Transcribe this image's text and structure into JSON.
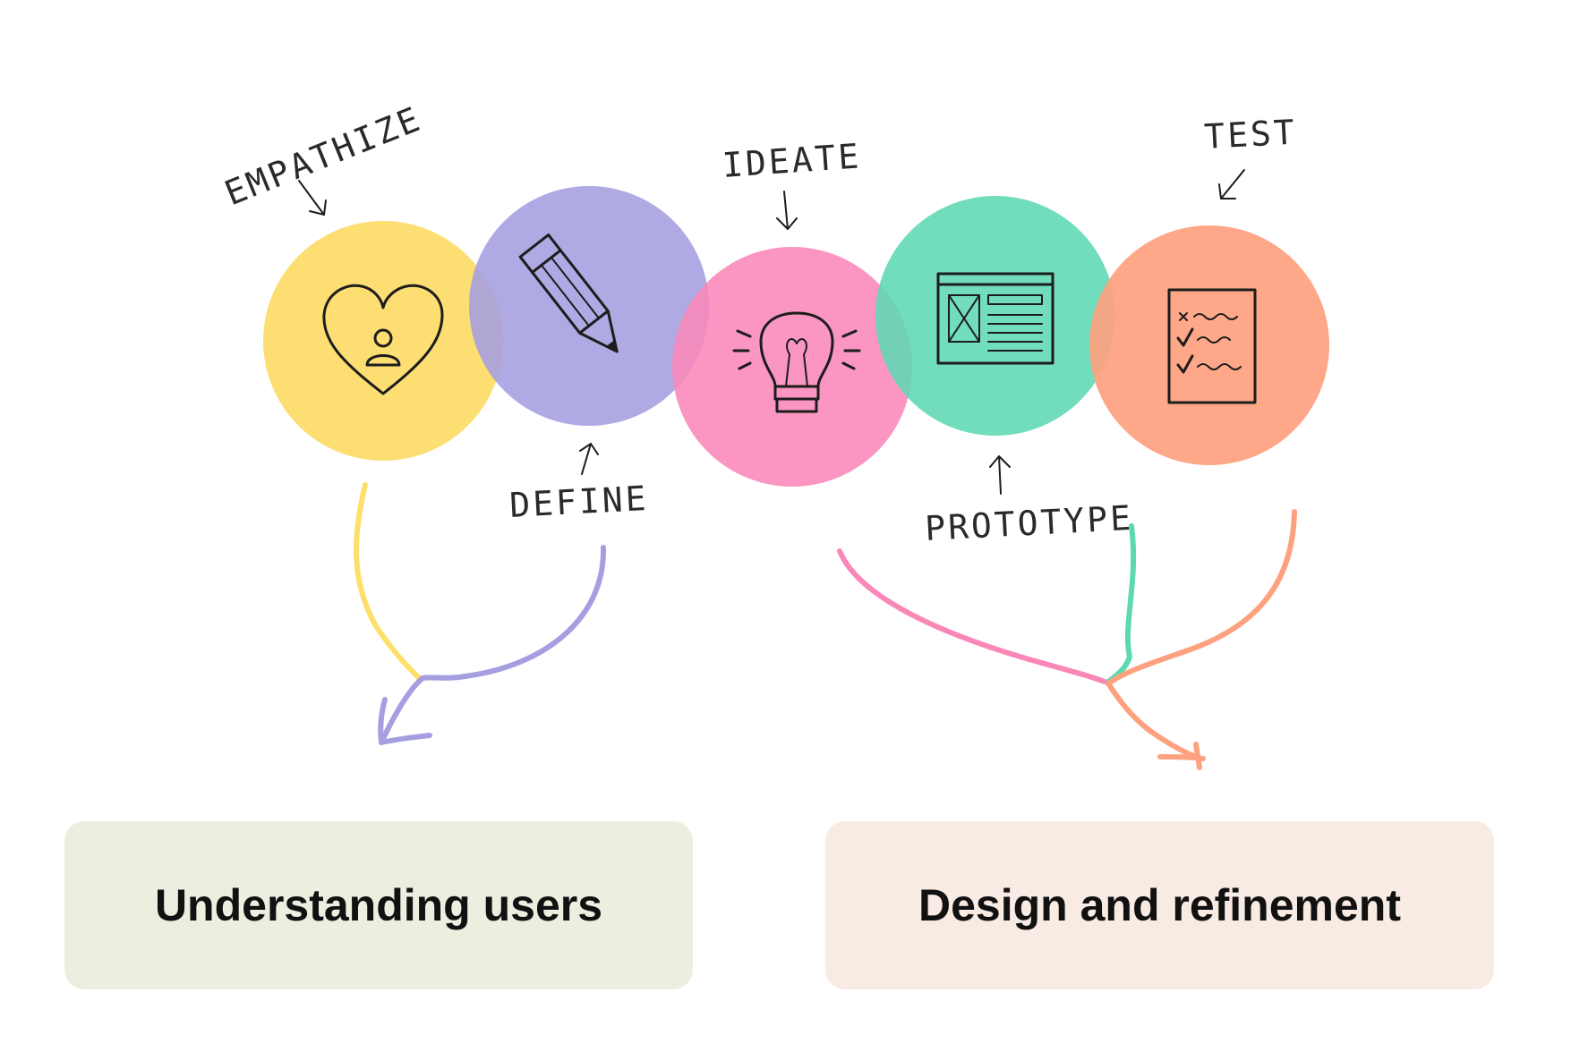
{
  "stages": [
    {
      "label": "EMPATHIZE",
      "icon": "heart-person-icon",
      "color": "#fddc6b"
    },
    {
      "label": "DEFINE",
      "icon": "pencil-icon",
      "color": "#a59ee0"
    },
    {
      "label": "IDEATE",
      "icon": "lightbulb-icon",
      "color": "#f987b8"
    },
    {
      "label": "PROTOTYPE",
      "icon": "wireframe-icon",
      "color": "#5dd8b3"
    },
    {
      "label": "TEST",
      "icon": "checklist-icon",
      "color": "#fea17f"
    }
  ],
  "groups": [
    {
      "label": "Understanding users",
      "background": "#edede0"
    },
    {
      "label": "Design and refinement",
      "background": "#f8ebe3"
    }
  ]
}
